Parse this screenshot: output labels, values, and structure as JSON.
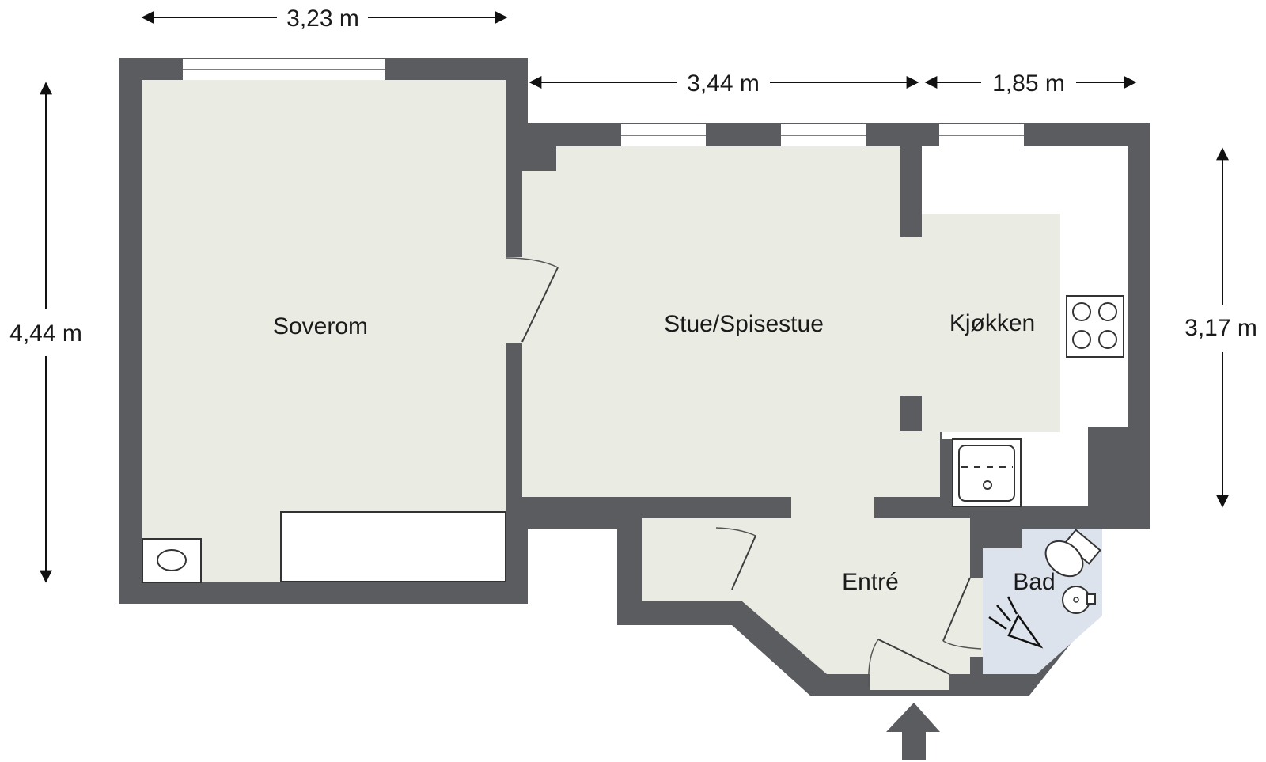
{
  "rooms": {
    "soverom": "Soverom",
    "stue": "Stue/Spisestue",
    "kjokken": "Kjøkken",
    "entre": "Entré",
    "bad": "Bad"
  },
  "dimensions": {
    "top_left_width": "3,23 m",
    "top_mid_width": "3,44 m",
    "top_right_width": "1,85 m",
    "left_height": "4,44 m",
    "right_height": "3,17 m"
  },
  "colors": {
    "wall": "#5a5c60",
    "floor": "#eaebe3",
    "bath_floor": "#dde3ec"
  },
  "icons": [
    "stove-icon",
    "sink-icon",
    "toilet-icon",
    "washbasin-icon",
    "shower-icon",
    "wardrobe-icon",
    "washing-machine-icon",
    "entrance-arrow-icon"
  ]
}
